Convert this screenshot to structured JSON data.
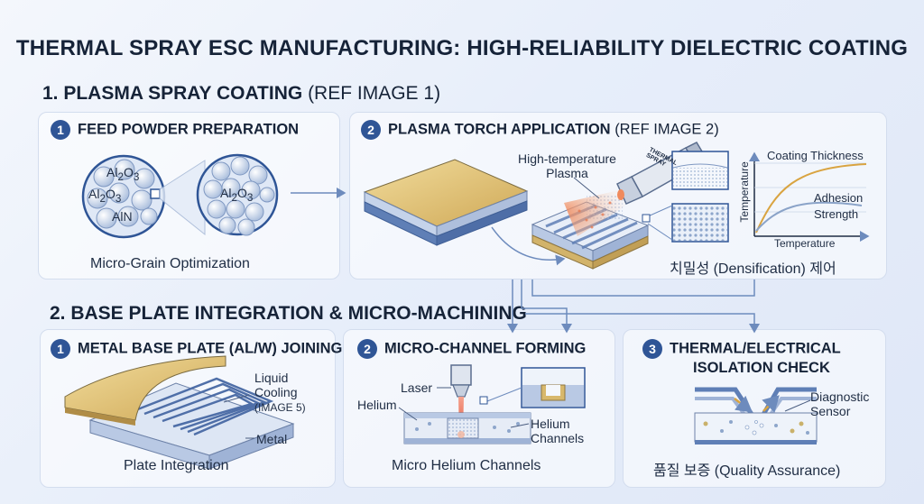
{
  "title": "THERMAL SPRAY ESC MANUFACTURING: HIGH-RELIABILITY DIELECTRIC COATING",
  "section1": {
    "heading": "1. PLASMA SPRAY COATING",
    "ref": "(REF IMAGE 1)"
  },
  "section2": {
    "heading": "2. BASE PLATE INTEGRATION & MICRO-MACHINING"
  },
  "step_feed": {
    "num": "1",
    "heading": "FEED POWDER PREPARATION",
    "labels": [
      "Al2O3",
      "Al2O3",
      "AlN",
      "Al2O3"
    ],
    "caption": "Micro-Grain Optimization"
  },
  "step_plasma": {
    "num": "2",
    "heading": "PLASMA TORCH APPLICATION",
    "ref": "(REF IMAGE 2)",
    "plasma_label_1": "High-temperature",
    "plasma_label_2": "Plasma",
    "nozzle_text_1": "THERMAL",
    "nozzle_text_2": "SPRAY",
    "graph": {
      "y_label": "Temperature",
      "x_label": "Temperature",
      "series": [
        "Coating Thickness",
        "Adhesion",
        "Strength"
      ]
    },
    "caption": "치밀성 (Densification) 제어"
  },
  "step_base": {
    "num": "1",
    "heading": "METAL BASE PLATE (AL/W) JOINING",
    "label_liquid_1": "Liquid",
    "label_liquid_2": "Cooling",
    "label_liquid_3": "(IMAGE 5)",
    "label_metal": "Metal",
    "caption": "Plate Integration"
  },
  "step_channel": {
    "num": "2",
    "heading": "MICRO-CHANNEL FORMING",
    "label_laser": "Laser",
    "label_helium": "Helium",
    "label_channels_1": "Helium",
    "label_channels_2": "Channels",
    "caption": "Micro Helium Channels"
  },
  "step_check": {
    "num": "3",
    "heading_1": "THERMAL/ELECTRICAL",
    "heading_2": "ISOLATION CHECK",
    "label_sensor_1": "Diagnostic",
    "label_sensor_2": "Sensor",
    "caption": "품질 보증 (Quality Assurance)"
  },
  "colors": {
    "accent": "#2f5596",
    "gold": "#d9b76a",
    "laser": "#e0533a",
    "line": "#6d8bbd"
  }
}
